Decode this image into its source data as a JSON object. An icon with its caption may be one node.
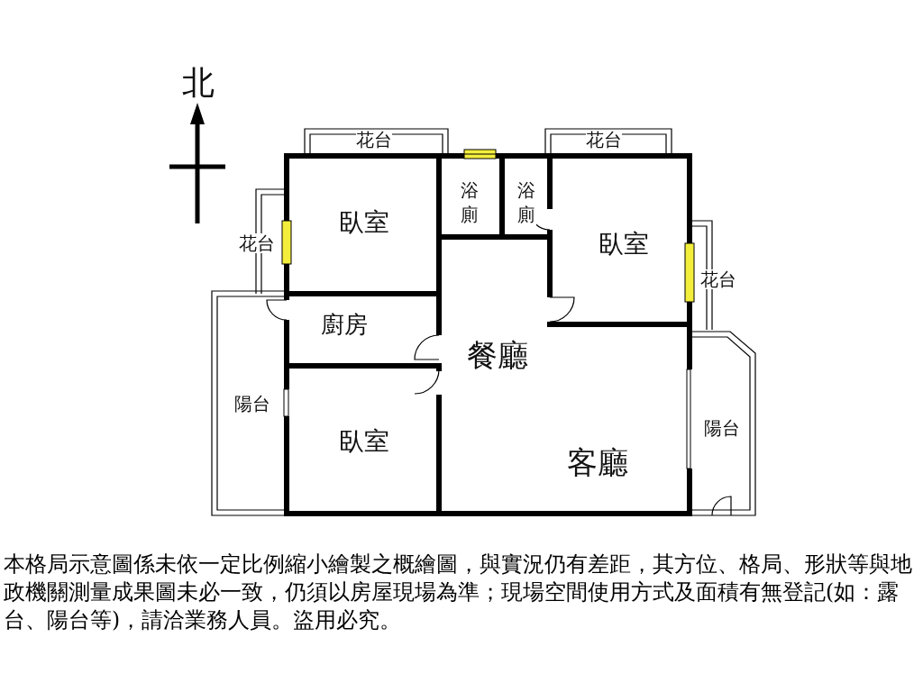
{
  "diagram": {
    "caption": "本格局示意圖係未依一定比例縮小繪製之概繪圖，與實況仍有差距，其方位、格局、形狀等與地政機關測量成果圖未必一致，仍須以房屋現場為準；現場空間使用方式及面積有無登記(如：露台、陽台等)，請洽業務人員。盜用必究。",
    "labels": [
      "北",
      "花台",
      "花台",
      "浴廁",
      "浴廁",
      "臥室",
      "花台",
      "臥室",
      "花台",
      "廚房",
      "餐廳",
      "陽台",
      "陽台",
      "臥室",
      "客廳"
    ]
  }
}
